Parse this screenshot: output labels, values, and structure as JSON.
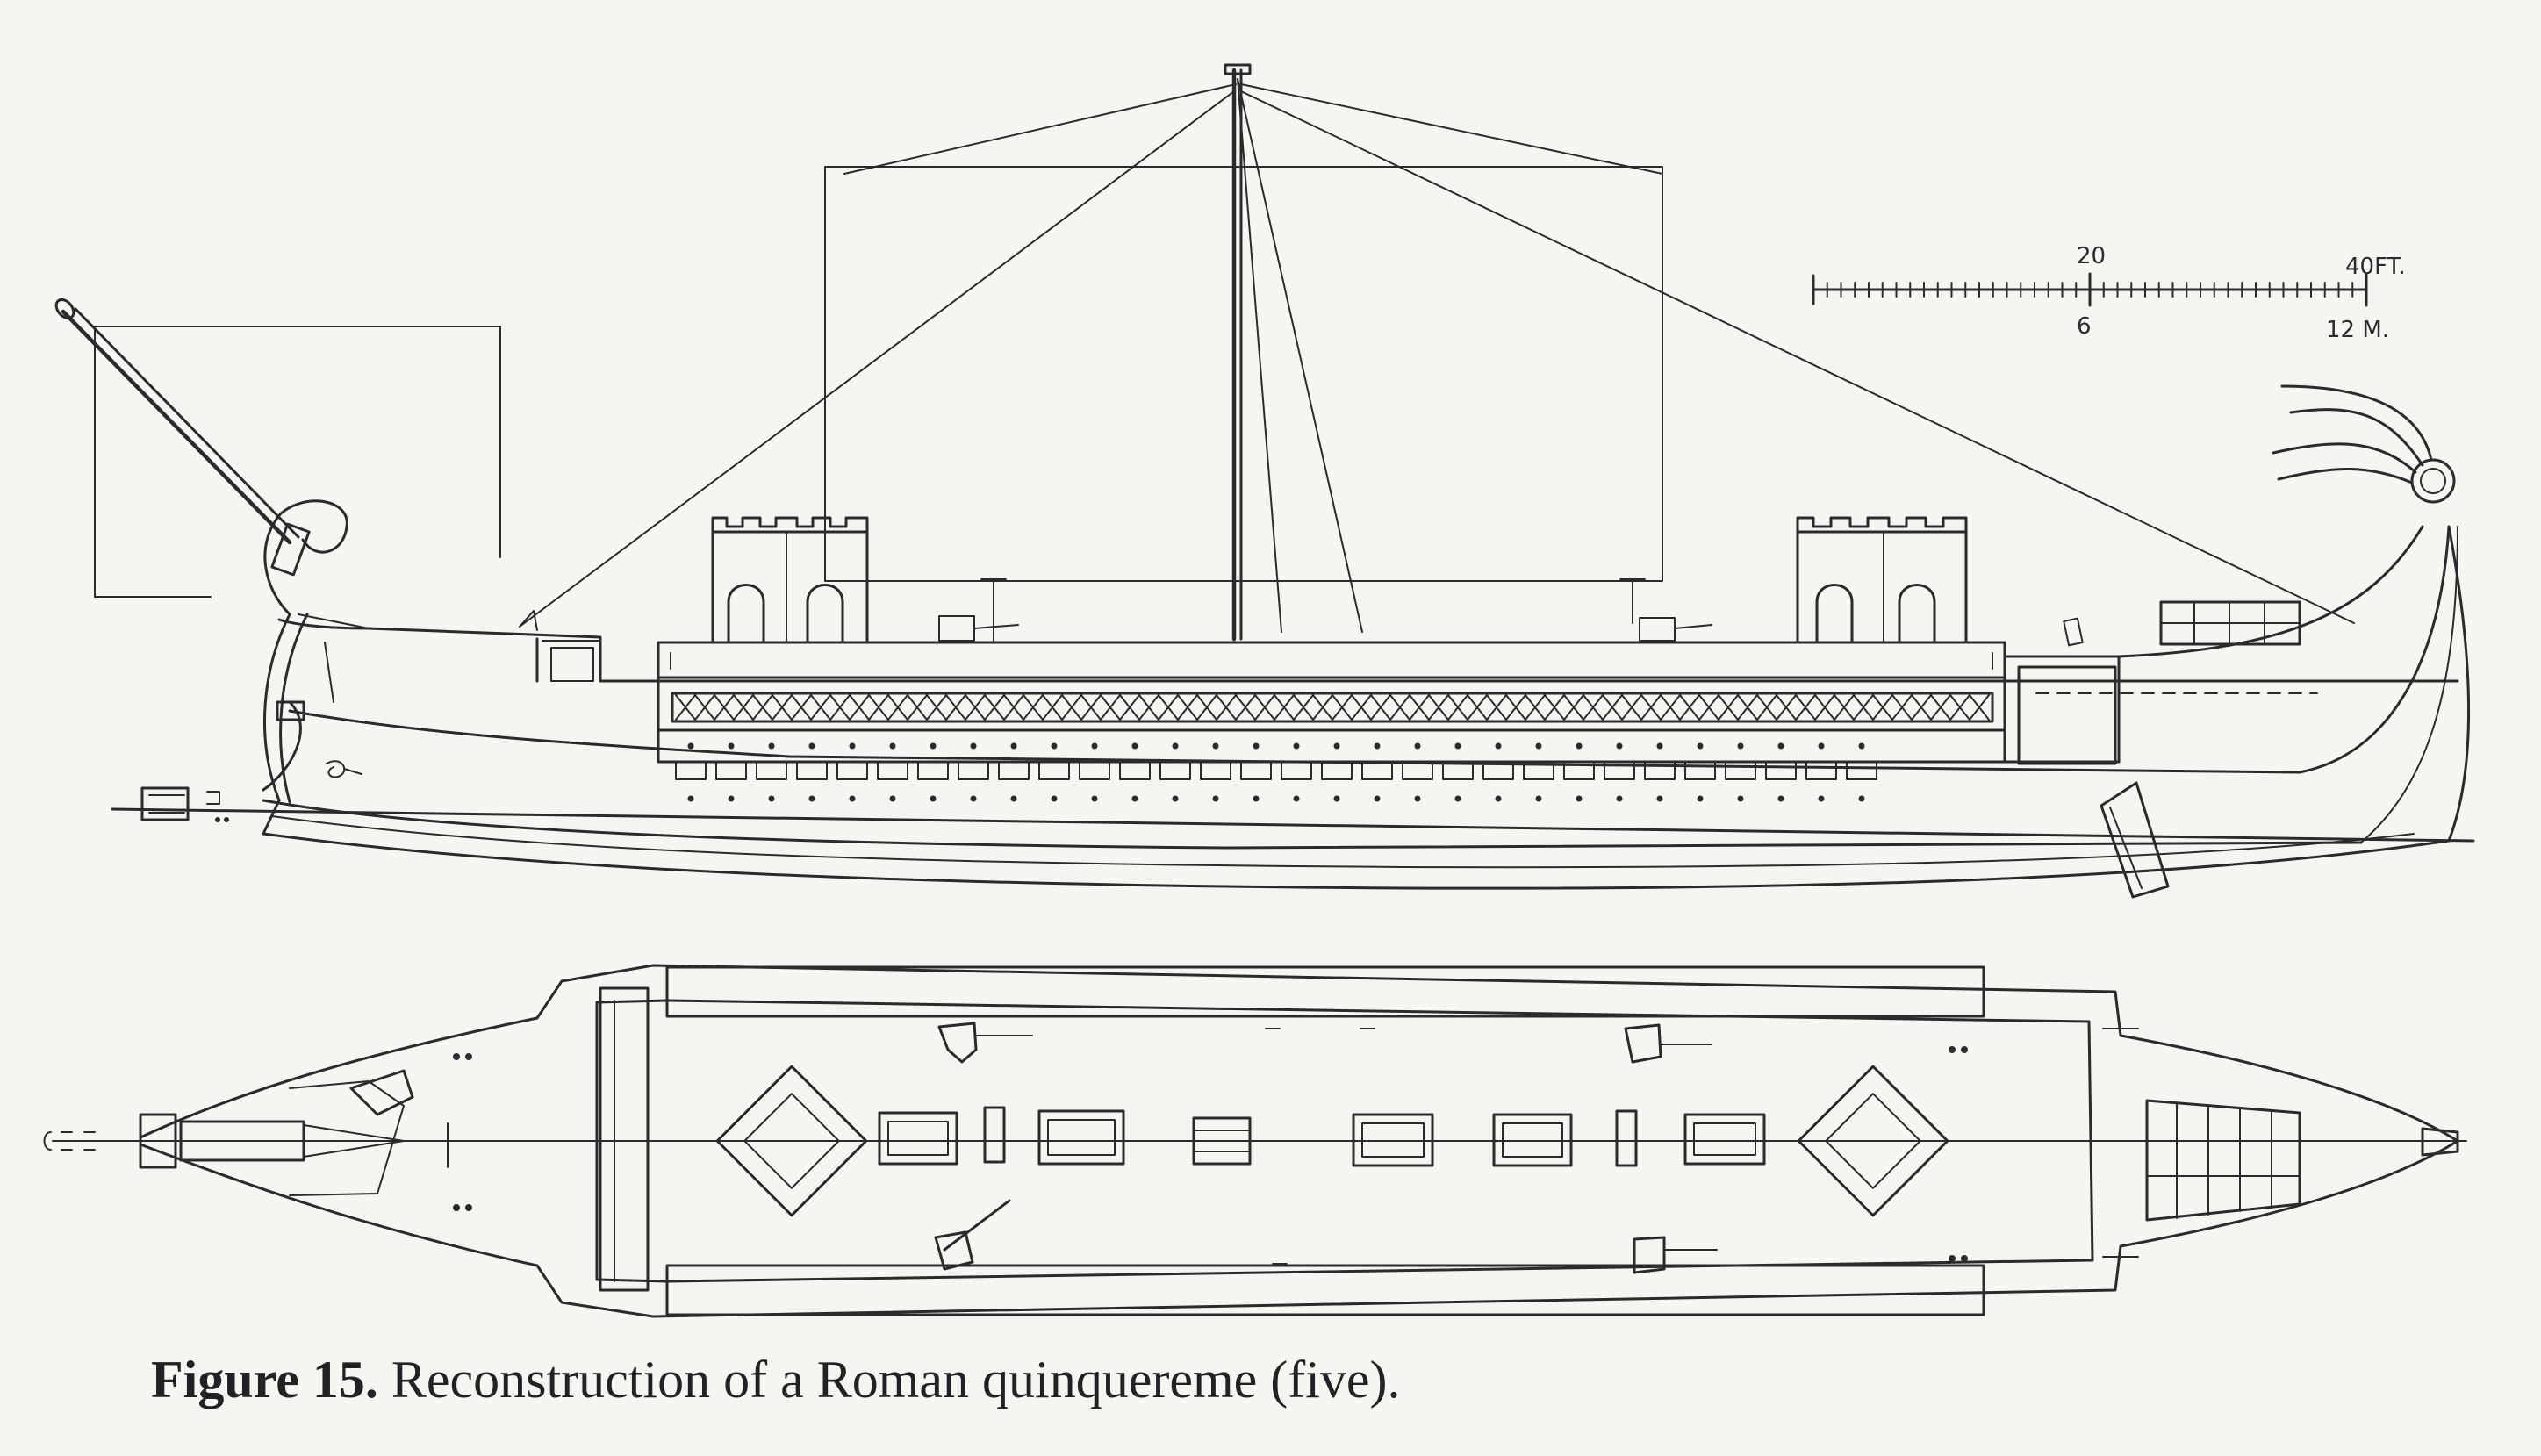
{
  "caption": {
    "figure_number": "Figure 15.",
    "text": " Reconstruction of a Roman quinquereme (five)."
  },
  "scale_bar": {
    "feet_mid": "20",
    "feet_end": "40FT.",
    "meters_mid": "6",
    "meters_end": "12 M."
  }
}
